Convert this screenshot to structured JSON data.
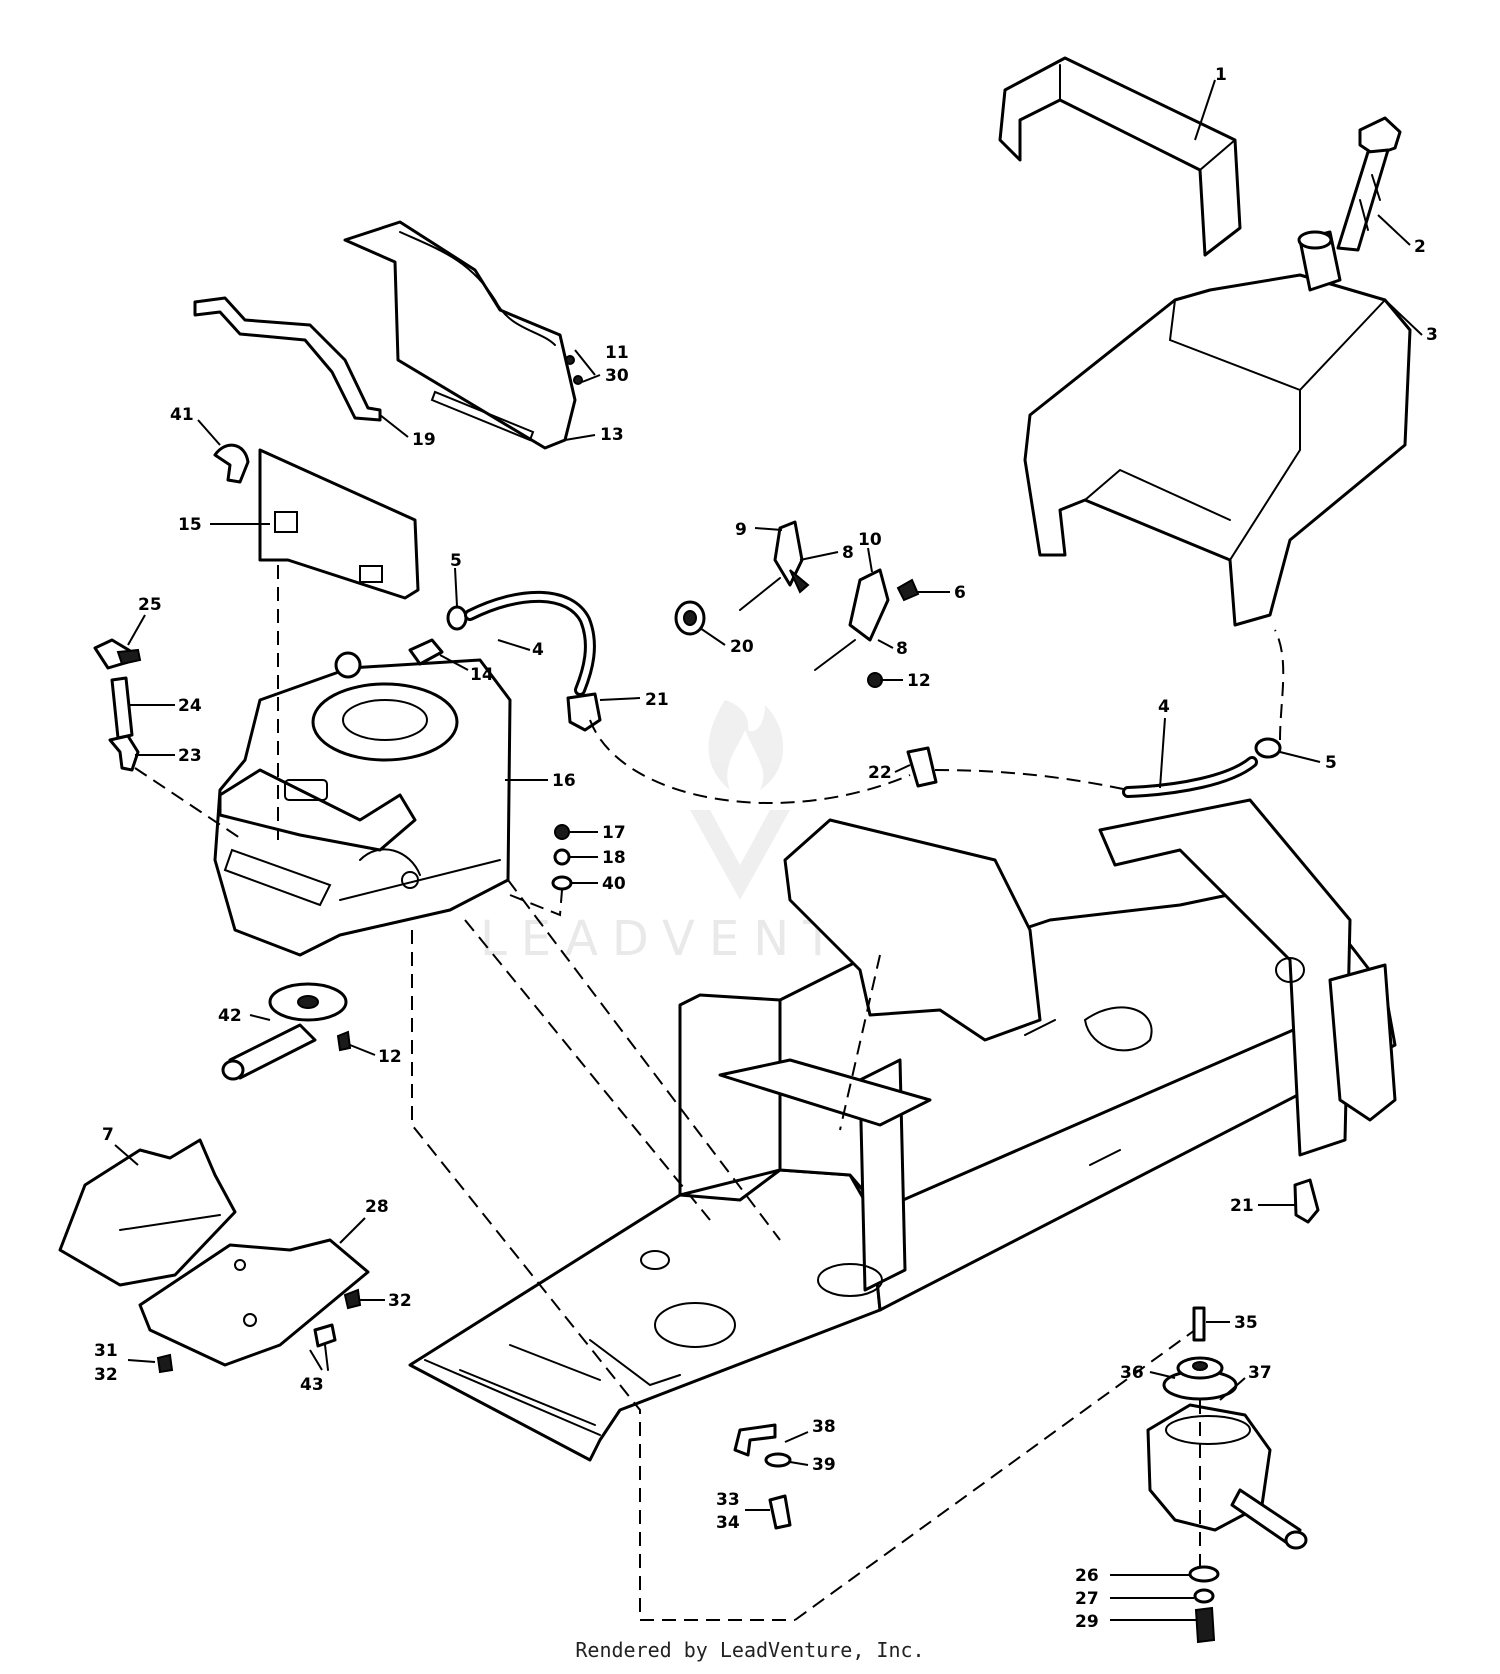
{
  "watermark": {
    "text": "LEADVENTURE"
  },
  "footer": {
    "text": "Rendered by LeadVenture, Inc."
  },
  "callouts": {
    "c1": "1",
    "c2": "2",
    "c3": "3",
    "c4a": "4",
    "c4b": "4",
    "c5a": "5",
    "c5b": "5",
    "c6": "6",
    "c7": "7",
    "c8a": "8",
    "c8b": "8",
    "c9": "9",
    "c10": "10",
    "c11_30_top": "11",
    "c11_30_bottom": "30",
    "c12a": "12",
    "c12b": "12",
    "c13": "13",
    "c14": "14",
    "c15": "15",
    "c16": "16",
    "c17": "17",
    "c18": "18",
    "c19": "19",
    "c20": "20",
    "c21a": "21",
    "c21b": "21",
    "c22": "22",
    "c23": "23",
    "c24": "24",
    "c25": "25",
    "c26": "26",
    "c27": "27",
    "c28": "28",
    "c29": "29",
    "c31_32_top": "31",
    "c31_32_bottom": "32",
    "c32": "32",
    "c33_34_top": "33",
    "c33_34_bottom": "34",
    "c35": "35",
    "c36": "36",
    "c37": "37",
    "c38": "38",
    "c39": "39",
    "c40": "40",
    "c41": "41",
    "c42": "42",
    "c43": "43"
  }
}
